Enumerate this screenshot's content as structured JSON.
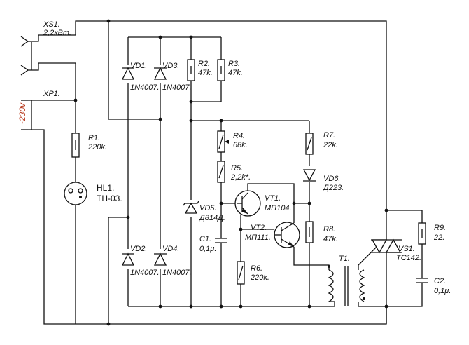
{
  "mains_label": "~230v",
  "connectors": {
    "xs1": {
      "ref": "XS1.",
      "value": "2,2кВт."
    },
    "xp1": {
      "ref": "XP1."
    }
  },
  "diodes": {
    "vd1": {
      "ref": "VD1.",
      "value": "1N4007."
    },
    "vd2": {
      "ref": "VD2.",
      "value": "1N4007."
    },
    "vd3": {
      "ref": "VD3.",
      "value": "1N4007."
    },
    "vd4": {
      "ref": "VD4.",
      "value": "1N4007."
    },
    "vd5": {
      "ref": "VD5.",
      "value": "Д814Д."
    },
    "vd6": {
      "ref": "VD6.",
      "value": "Д223."
    }
  },
  "resistors": {
    "r1": {
      "ref": "R1.",
      "value": "220k."
    },
    "r2": {
      "ref": "R2.",
      "value": "47k."
    },
    "r3": {
      "ref": "R3.",
      "value": "47k."
    },
    "r4": {
      "ref": "R4.",
      "value": "68k."
    },
    "r5": {
      "ref": "R5.",
      "value": "2,2k*."
    },
    "r6": {
      "ref": "R6.",
      "value": "220k."
    },
    "r7": {
      "ref": "R7.",
      "value": "22k."
    },
    "r8": {
      "ref": "R8.",
      "value": "47k."
    },
    "r9": {
      "ref": "R9.",
      "value": "22."
    }
  },
  "capacitors": {
    "c1": {
      "ref": "C1.",
      "value": "0,1μ."
    },
    "c2": {
      "ref": "C2.",
      "value": "0,1μ."
    }
  },
  "transistors": {
    "vt1": {
      "ref": "VT1.",
      "value": "МП104."
    },
    "vt2": {
      "ref": "VT2.",
      "value": "МП111."
    }
  },
  "lamp": {
    "ref": "HL1.",
    "value": "ТН-03."
  },
  "transformer": {
    "ref": "T1."
  },
  "triac": {
    "ref": "VS1.",
    "value": "TC142."
  }
}
